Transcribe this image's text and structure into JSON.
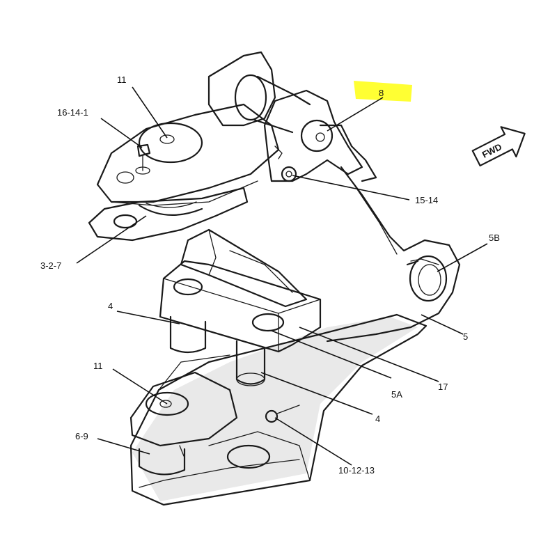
{
  "highlight_color": "#ffff33",
  "direction_arrow": {
    "label": "FWD",
    "icon": "fwd-arrow-icon"
  },
  "callouts": {
    "c11_top": "11",
    "c16_14_1": "16-14-1",
    "c8": "8",
    "c15_14": "15-14",
    "c5B": "5B",
    "c3_2_7": "3-2-7",
    "c5": "5",
    "c4_left": "4",
    "c17": "17",
    "c11_bottom": "11",
    "c5A": "5A",
    "c4_right": "4",
    "c6_9": "6-9",
    "c10_12_13": "10-12-13"
  }
}
